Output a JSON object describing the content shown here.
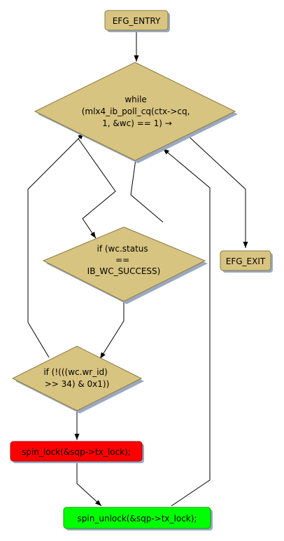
{
  "colors": {
    "decision": "#d8c481",
    "terminal": "#d8c481",
    "node_stroke": "#8a7a40",
    "shadow": "#9aa8c0",
    "lock": "#ff0000",
    "unlock": "#00ff00"
  },
  "nodes": {
    "entry": {
      "label": "EFG_ENTRY"
    },
    "exit": {
      "label": "EFG_EXIT"
    },
    "while": {
      "lines": [
        "while",
        "(mlx4_ib_poll_cq(ctx->cq,",
        "1, &wc) == 1) →"
      ]
    },
    "status": {
      "lines": [
        "if (wc.status",
        "==",
        "IB_WC_SUCCESS)"
      ]
    },
    "wrid": {
      "lines": [
        "if (!(((wc.wr_id)",
        ">> 34) & 0x1))"
      ]
    },
    "lock": {
      "label": "spin_lock(&sqp->tx_lock);"
    },
    "unlock": {
      "label": "spin_unlock(&sqp->tx_lock);"
    }
  }
}
